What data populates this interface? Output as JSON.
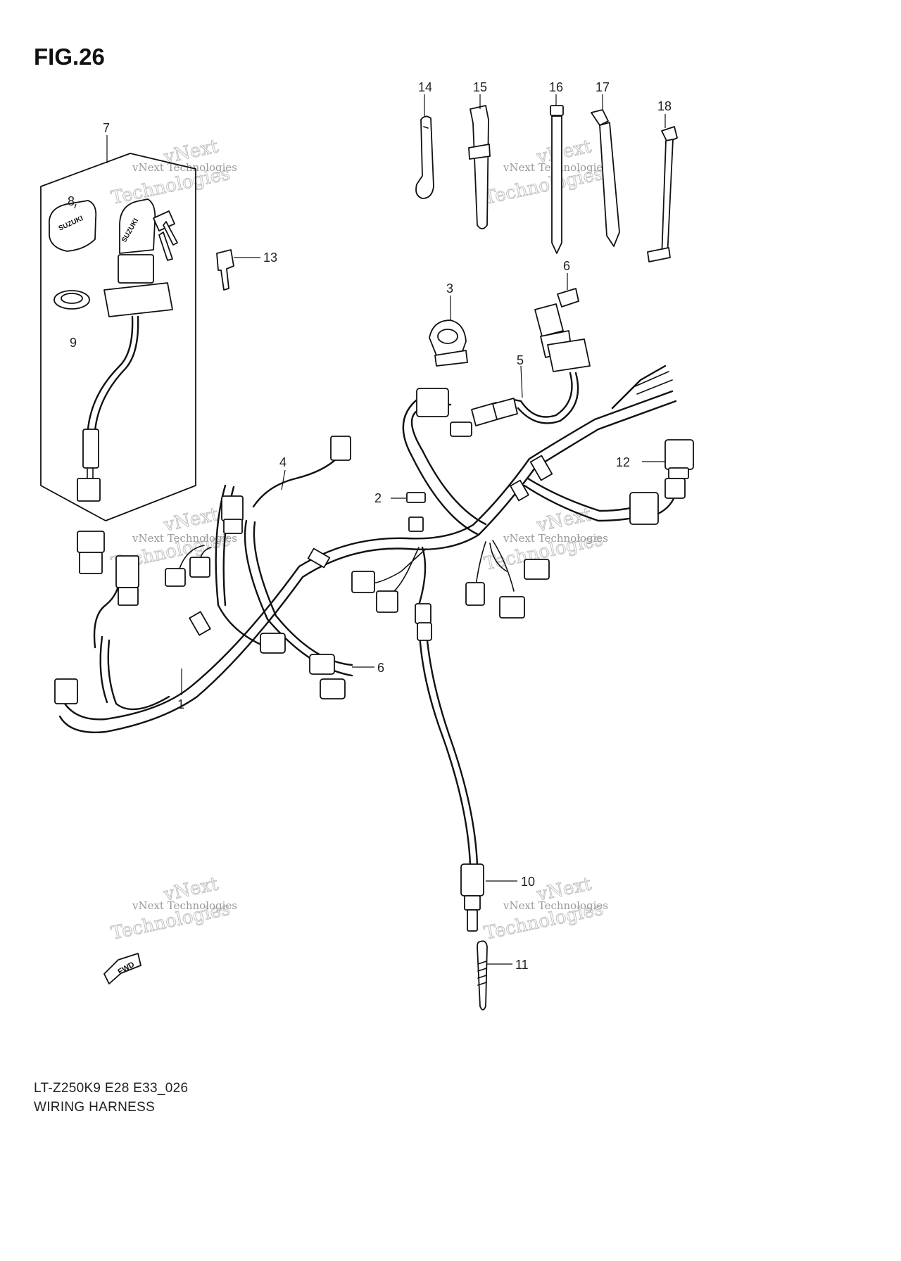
{
  "figure": {
    "title": "FIG.26",
    "code": "LT-Z250K9 E28 E33_026",
    "name": "WIRING HARNESS"
  },
  "callouts": [
    {
      "id": "1",
      "label": "1"
    },
    {
      "id": "2",
      "label": "2"
    },
    {
      "id": "3",
      "label": "3"
    },
    {
      "id": "4",
      "label": "4"
    },
    {
      "id": "5",
      "label": "5"
    },
    {
      "id": "6a",
      "label": "6"
    },
    {
      "id": "6b",
      "label": "6"
    },
    {
      "id": "7",
      "label": "7"
    },
    {
      "id": "8",
      "label": "8"
    },
    {
      "id": "9",
      "label": "9"
    },
    {
      "id": "10",
      "label": "10"
    },
    {
      "id": "11",
      "label": "11"
    },
    {
      "id": "12",
      "label": "12"
    },
    {
      "id": "13",
      "label": "13"
    },
    {
      "id": "14",
      "label": "14"
    },
    {
      "id": "15",
      "label": "15"
    },
    {
      "id": "16",
      "label": "16"
    },
    {
      "id": "17",
      "label": "17"
    },
    {
      "id": "18",
      "label": "18"
    }
  ],
  "watermark": {
    "line1": "vNext Technologies",
    "line2": "Technologies",
    "line3": "vNext"
  },
  "direction_badge": "FWD",
  "key_brand": "SUZUKI"
}
